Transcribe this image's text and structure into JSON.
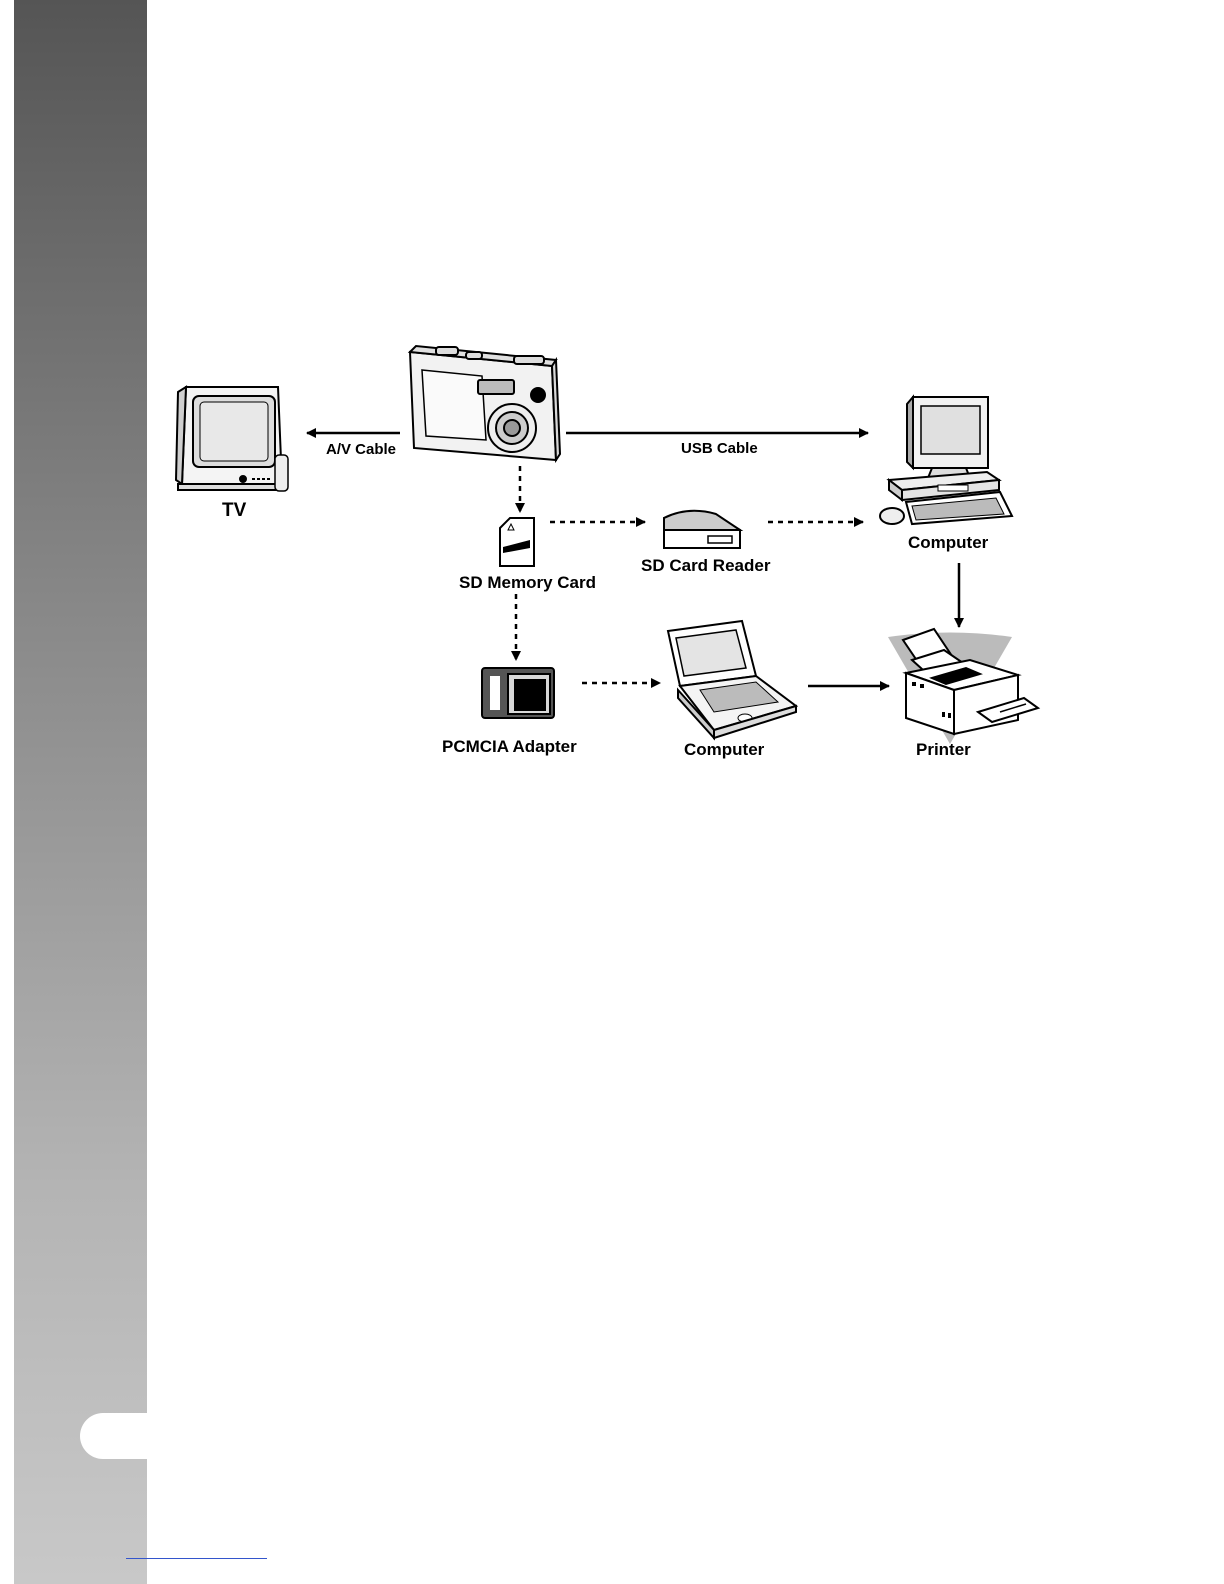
{
  "diagram": {
    "devices": {
      "tv": "TV",
      "computer_desktop": "Computer",
      "sd_card": "SD Memory Card",
      "sd_card_reader": "SD Card Reader",
      "pcmcia_adapter": "PCMCIA Adapter",
      "computer_laptop": "Computer",
      "printer": "Printer"
    },
    "cables": {
      "av": "A/V Cable",
      "usb": "USB Cable"
    },
    "icons": [
      "camera-icon",
      "tv-icon",
      "desktop-computer-icon",
      "sd-card-icon",
      "card-reader-icon",
      "pcmcia-adapter-icon",
      "laptop-icon",
      "printer-icon"
    ]
  }
}
